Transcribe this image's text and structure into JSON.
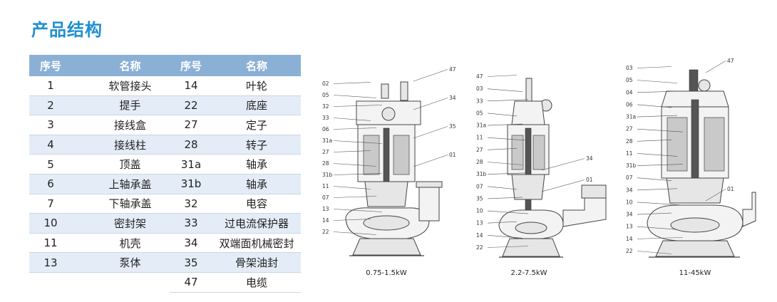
{
  "title": "产品结构",
  "table_left": {
    "headers": [
      "序号",
      "名称"
    ],
    "rows": [
      [
        "1",
        "软管接头"
      ],
      [
        "2",
        "提手"
      ],
      [
        "3",
        "接线盒"
      ],
      [
        "4",
        "接线柱"
      ],
      [
        "5",
        "顶盖"
      ],
      [
        "6",
        "上轴承盖"
      ],
      [
        "7",
        "下轴承盖"
      ],
      [
        "10",
        "密封架"
      ],
      [
        "11",
        "机壳"
      ],
      [
        "13",
        "泵体"
      ]
    ]
  },
  "table_right": {
    "headers": [
      "序号",
      "名称"
    ],
    "rows": [
      [
        "14",
        "叶轮"
      ],
      [
        "22",
        "底座"
      ],
      [
        "27",
        "定子"
      ],
      [
        "28",
        "转子"
      ],
      [
        "31a",
        "轴承"
      ],
      [
        "31b",
        "轴承"
      ],
      [
        "32",
        "电容"
      ],
      [
        "33",
        "过电流保护器"
      ],
      [
        "34",
        "双端面机械密封"
      ],
      [
        "35",
        "骨架油封"
      ],
      [
        "47",
        "电缆"
      ]
    ]
  },
  "diagrams": [
    {
      "caption": "0.75-1.5kW",
      "labels_left": [
        "02",
        "05",
        "32",
        "33",
        "06",
        "31a",
        "27",
        "28",
        "31b",
        "11",
        "07",
        "13",
        "14",
        "22"
      ],
      "labels_right": [
        "47",
        "34",
        "35",
        "01"
      ]
    },
    {
      "caption": "2.2-7.5kW",
      "labels_left": [
        "47",
        "03",
        "33",
        "05",
        "31a",
        "11",
        "27",
        "28",
        "31b",
        "07",
        "35",
        "10",
        "13",
        "14",
        "22"
      ],
      "labels_right": [
        "34",
        "01"
      ]
    },
    {
      "caption": "11-45kW",
      "labels_left": [
        "03",
        "05",
        "04",
        "06",
        "31a",
        "27",
        "28",
        "11",
        "31b",
        "07",
        "34",
        "10",
        "34",
        "13",
        "14",
        "22"
      ],
      "labels_right": [
        "47",
        "01"
      ]
    }
  ]
}
